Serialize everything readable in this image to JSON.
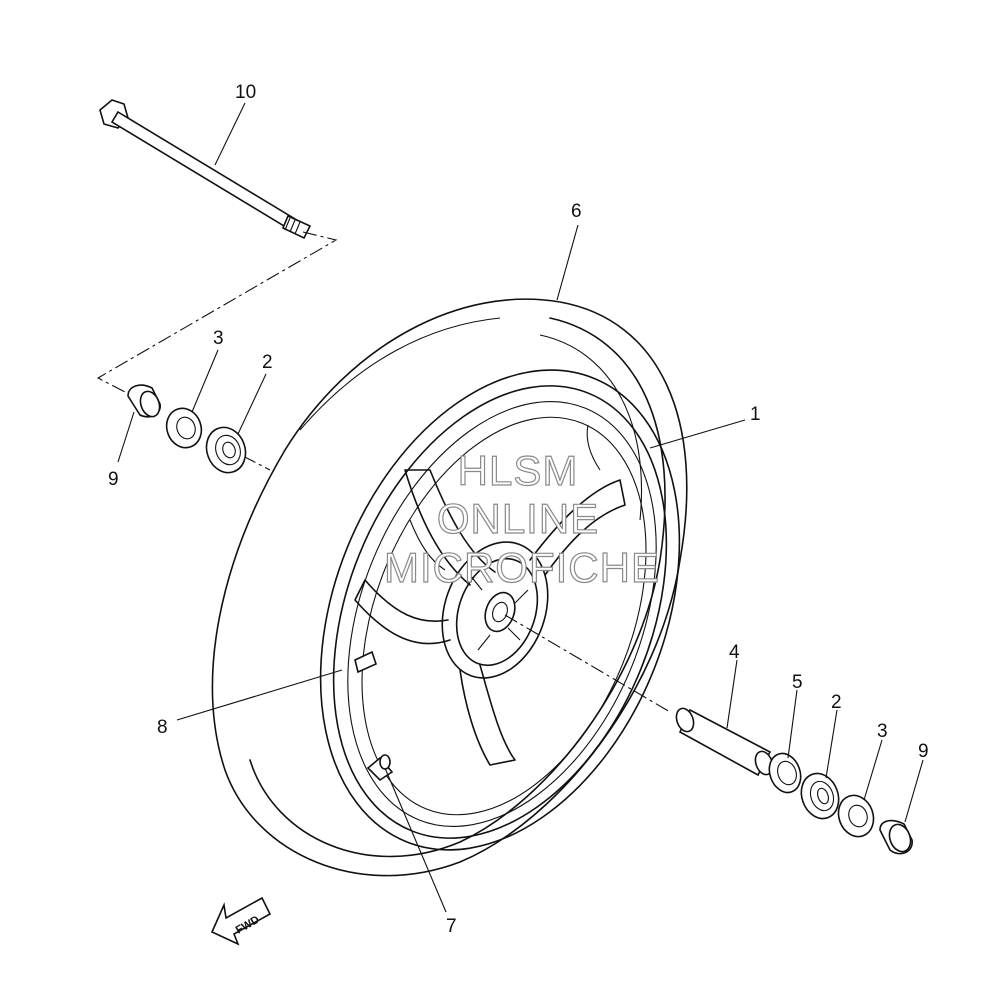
{
  "callouts": {
    "c10": "10",
    "c6": "6",
    "c3a": "3",
    "c2a": "2",
    "c9a": "9",
    "c1": "1",
    "c4": "4",
    "c5": "5",
    "c2b": "2",
    "c3b": "3",
    "c9b": "9",
    "c8": "8",
    "c7": "7"
  },
  "watermark": {
    "line1": "HLSM",
    "line2": "ONLINE",
    "line3": "MICROFICHE"
  },
  "fwd_label": "FWD"
}
